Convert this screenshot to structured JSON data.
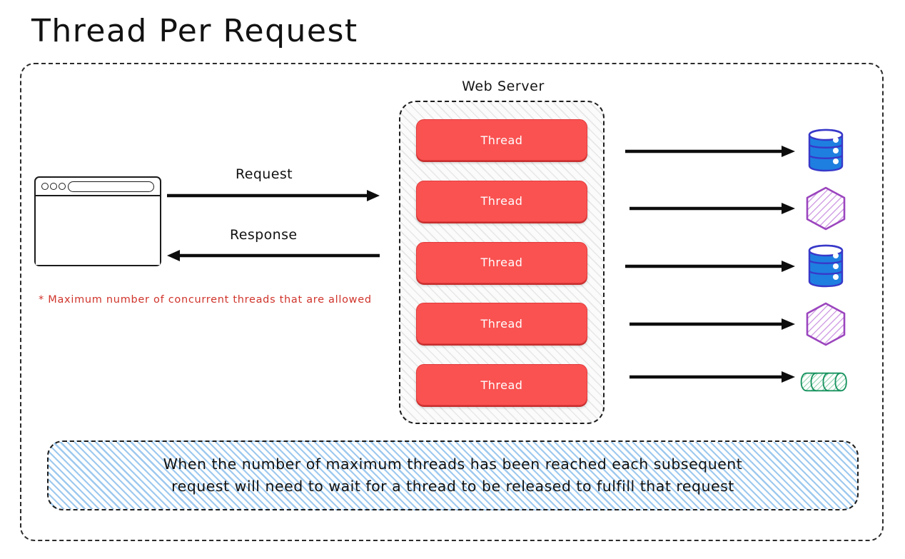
{
  "title": "Thread Per Request",
  "webserver": {
    "label": "Web Server",
    "threads": [
      {
        "label": "Thread"
      },
      {
        "label": "Thread"
      },
      {
        "label": "Thread"
      },
      {
        "label": "Thread"
      },
      {
        "label": "Thread"
      }
    ]
  },
  "flows": [
    {
      "label": "Request",
      "direction": "right"
    },
    {
      "label": "Response",
      "direction": "left"
    }
  ],
  "client": {
    "icon": "browser-window-icon",
    "dots": 3,
    "address_bar": ""
  },
  "footnote": "* Maximum number of concurrent threads that are allowed",
  "bottom_note": "When the number of maximum threads has been reached each subsequent\nrequest will need to wait for a thread to be released to fulfill that request",
  "resources": [
    {
      "icon": "database-icon",
      "type": "database",
      "color": "#1e7fe0"
    },
    {
      "icon": "service-hexagon-icon",
      "type": "hexagon",
      "color": "#9b45be"
    },
    {
      "icon": "database-icon",
      "type": "database",
      "color": "#1e7fe0"
    },
    {
      "icon": "service-hexagon-icon",
      "type": "hexagon",
      "color": "#9b45be"
    },
    {
      "icon": "queue-cylinder-icon",
      "type": "queue",
      "color": "#18935f"
    }
  ],
  "colors": {
    "thread_red": "#f95251",
    "thread_red_shadow": "#c62f2f",
    "footnote_red": "#d0342c",
    "note_blue": "#9ec9ef",
    "database_blue": "#1e7fe0",
    "hexagon_purple": "#9b45be",
    "queue_green": "#18935f",
    "stroke_black": "#1d1d1d"
  }
}
